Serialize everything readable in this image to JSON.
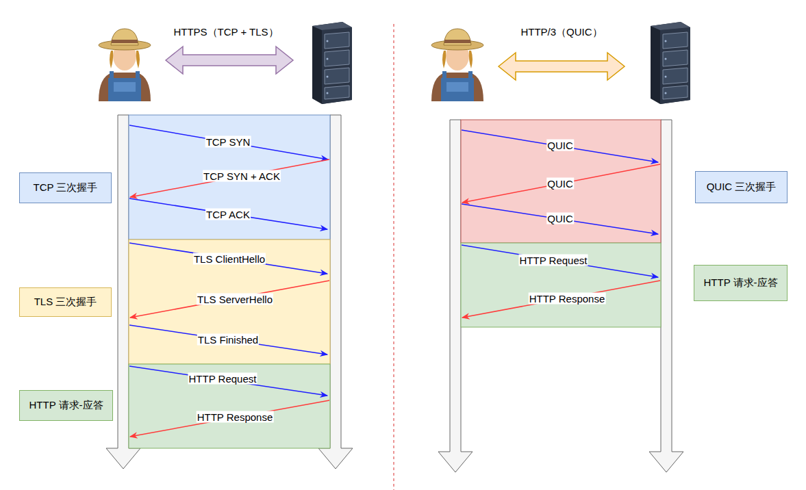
{
  "diagram": {
    "nodes": [
      {
        "text": [
          "TCP 三次握手"
        ]
      },
      {
        "text": [
          "TLS 三次握手"
        ]
      },
      {
        "text": [
          "HTTP 请求-应答"
        ]
      },
      {
        "text": [
          "QUIC 三次握手"
        ]
      },
      {
        "text": [
          "HTTP 请求-应答"
        ]
      }
    ],
    "labels": [
      "HTTPS（TCP + TLS）",
      "HTTP/3（QUIC）",
      "TCP SYN",
      "TCP SYN + ACK",
      "TCP ACK",
      "TLS ClientHello",
      "TLS ServerHello",
      "TLS Finished",
      "HTTP Request",
      "HTTP Response",
      "QUIC",
      "QUIC",
      "QUIC",
      "HTTP Request",
      "HTTP Response"
    ]
  }
}
